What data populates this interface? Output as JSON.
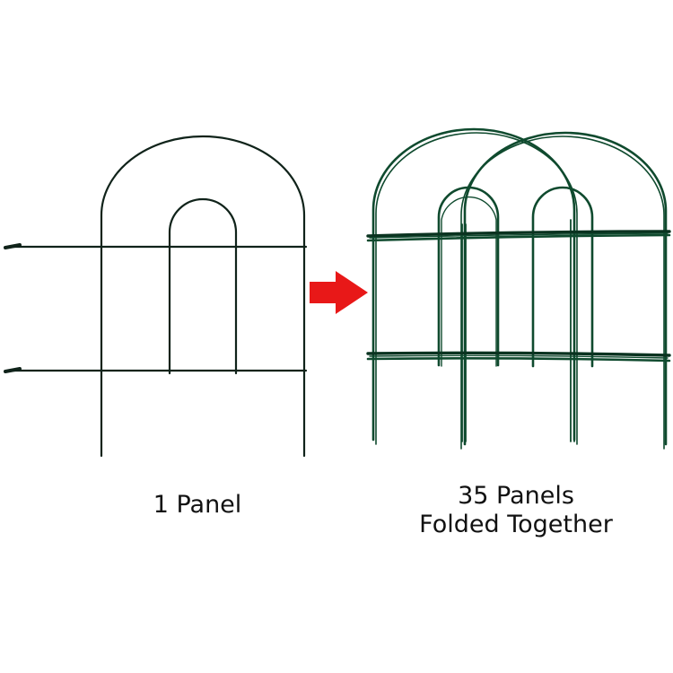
{
  "captions": {
    "single": "1 Panel",
    "folded_line1": "35 Panels",
    "folded_line2": "Folded Together"
  },
  "colors": {
    "wire_single": "#10231a",
    "wire_folded": "#0f4a2e",
    "wire_folded_dark": "#0a3320",
    "arrow": "#e81818",
    "text": "#111111",
    "background": "#ffffff"
  },
  "icons": {
    "arrow": "right-arrow-icon"
  }
}
